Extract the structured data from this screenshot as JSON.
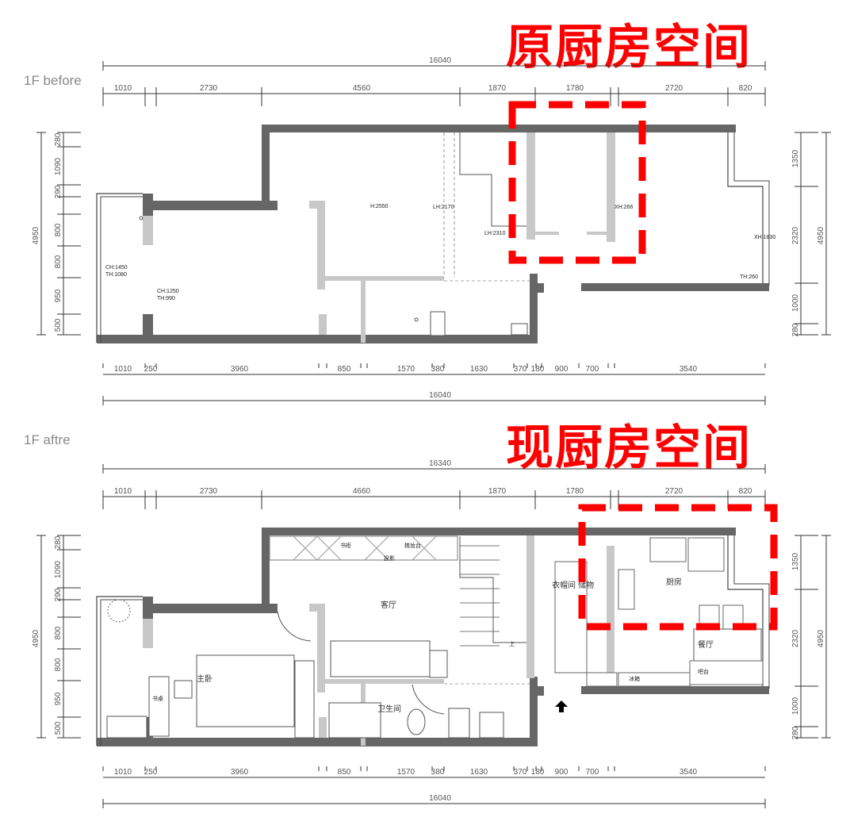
{
  "before": {
    "title": "1F before",
    "highlight": "原厨房空间",
    "top_total": "16040",
    "top_dims": [
      "1010",
      "2730",
      "4560",
      "1870",
      "1780",
      "2720",
      "820"
    ],
    "bottom_dims": [
      "1010",
      "250",
      "3960",
      "850",
      "1570",
      "380",
      "1630",
      "370",
      "180",
      "900",
      "700",
      "3540"
    ],
    "bottom_total": "16040",
    "left_dims": [
      "280",
      "1090",
      "290",
      "800",
      "800",
      "950",
      "500"
    ],
    "left_total": "4950",
    "right_dims": [
      "1350",
      "2320",
      "1000",
      "280"
    ],
    "right_total": "4950",
    "annotations": [
      "H:2550",
      "LH:2170",
      "LH:2310",
      "XH:266",
      "XH:1830",
      "TH:260",
      "CH:1450",
      "TH:1080",
      "CH:1250",
      "TH:990"
    ]
  },
  "after": {
    "title": "1F aftre",
    "highlight": "现厨房空间",
    "top_total": "16340",
    "top_dims": [
      "1010",
      "2730",
      "4660",
      "1870",
      "1780",
      "2720",
      "820"
    ],
    "bottom_dims": [
      "1010",
      "250",
      "3960",
      "850",
      "1570",
      "380",
      "1630",
      "370",
      "180",
      "900",
      "700",
      "3540"
    ],
    "bottom_total": "16040",
    "left_dims": [
      "280",
      "1090",
      "290",
      "800",
      "800",
      "950",
      "500"
    ],
    "left_total": "4950",
    "right_dims": [
      "1350",
      "2320",
      "1000",
      "280"
    ],
    "right_total": "4950",
    "rooms": {
      "bookcase": "书柜",
      "dresser": "梳妆台",
      "projector": "投影",
      "living": "客厅",
      "closet": "衣帽间 储物",
      "kitchen": "厨房",
      "dining": "餐厅",
      "master": "主卧",
      "desk": "书桌",
      "bath": "卫生间",
      "fridge": "冰箱",
      "bar": "吧台",
      "up": "上"
    }
  },
  "colors": {
    "wall": "#666666",
    "partition": "#c8c8c8",
    "highlight": "#ff0000"
  }
}
